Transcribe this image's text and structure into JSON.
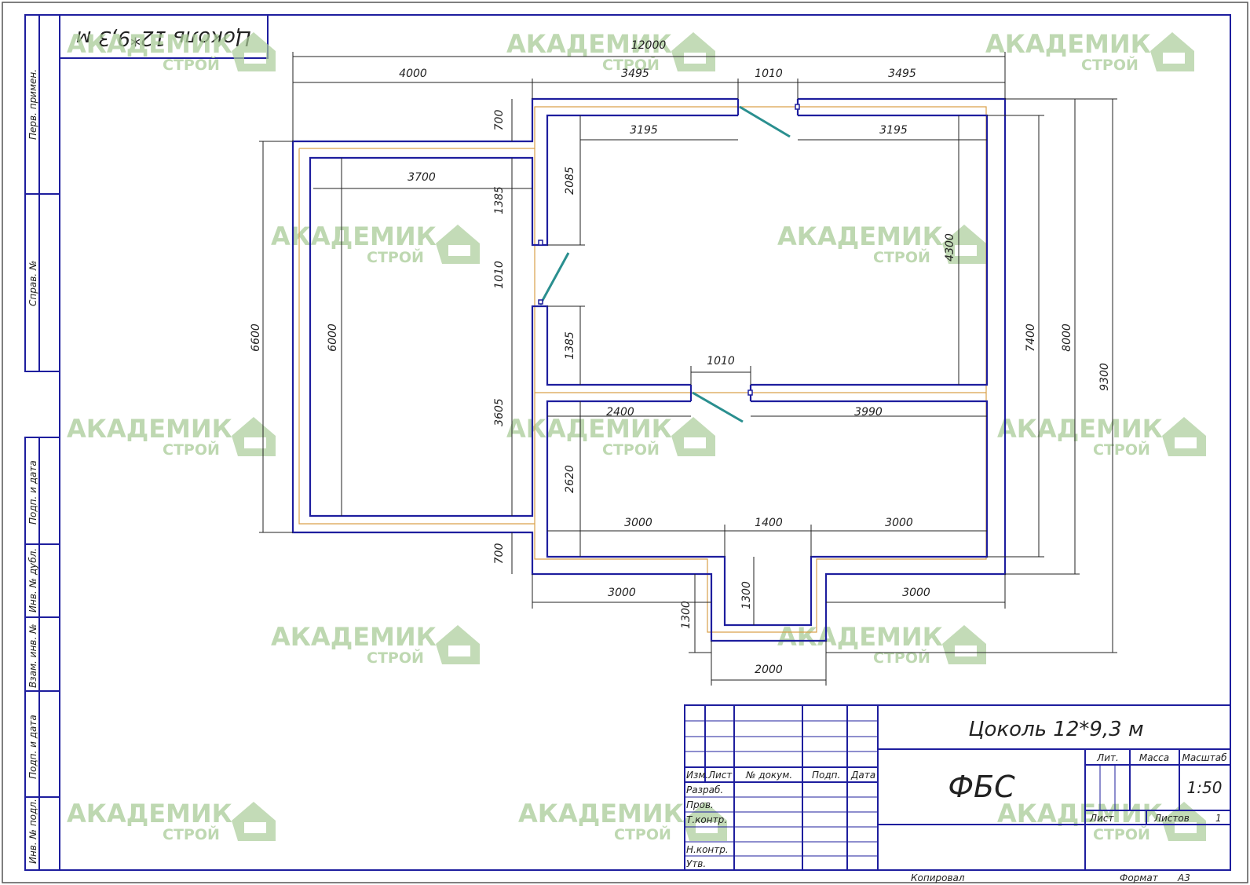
{
  "drawing": {
    "corner_title": "Цоколь 12*9,3 м",
    "dimensions": {
      "total_width": "12000",
      "top_left": "4000",
      "top_mid_left": "3495",
      "top_door": "1010",
      "top_mid_right": "3495",
      "left_wall_700_top": "700",
      "left_height_6600": "6600",
      "left_inner_6000": "6000",
      "left_room_width": "3700",
      "room_nw_width": "3195",
      "room_ne_width": "3195",
      "part_1385_top": "1385",
      "part_door_1010": "1010",
      "part_3605": "3605",
      "inner_2085": "2085",
      "inner_1385": "1385",
      "inner_4300": "4300",
      "height_7400": "7400",
      "height_8000": "8000",
      "height_9300": "9300",
      "mid_door_1010": "1010",
      "room_sw_2400": "2400",
      "room_se_3990": "3990",
      "inner_2620": "2620",
      "bottom_3000_left": "3000",
      "bottom_1400": "1400",
      "bottom_3000_right": "3000",
      "left_700_bottom": "700",
      "outer_3000_left": "3000",
      "outer_3000_right": "3000",
      "porch_1300_outer": "1300",
      "porch_1300_inner": "1300",
      "porch_2000": "2000"
    }
  },
  "side_stamp": {
    "perv_primen": "Перв. примен.",
    "sprav_no": "Справ. №",
    "podp_data_1": "Подп. и дата",
    "inv_dubl": "Инв. № дубл.",
    "vzam_inv": "Взам. инв. №",
    "podp_data_2": "Подп. и дата",
    "inv_podl": "Инв. № подл."
  },
  "title_block": {
    "title": "Цоколь 12*9,3 м",
    "code": "ФБС",
    "col_izm": "Изм.",
    "col_list": "Лист",
    "col_doc": "№ докум.",
    "col_podp": "Подп.",
    "col_data": "Дата",
    "razrab": "Разраб.",
    "prov": "Пров.",
    "tkontr": "Т.контр.",
    "nkontr": "Н.контр.",
    "utv": "Утв.",
    "lit": "Лит.",
    "massa": "Масса",
    "masshtab": "Масштаб",
    "scale_value": "1:50",
    "sheet": "Лист",
    "sheets": "Листов",
    "sheets_count": "1",
    "copied": "Копировал",
    "format": "Формат",
    "format_value": "А3"
  },
  "watermark": {
    "line1": "АКАДЕМИК",
    "line2": "СТРОЙ"
  },
  "colors": {
    "wall": "#1e1e9e",
    "frame": "#1e1e9e",
    "axis": "#d9a14a",
    "door": "#2a8f8f",
    "watermark": "#a9cc98"
  }
}
